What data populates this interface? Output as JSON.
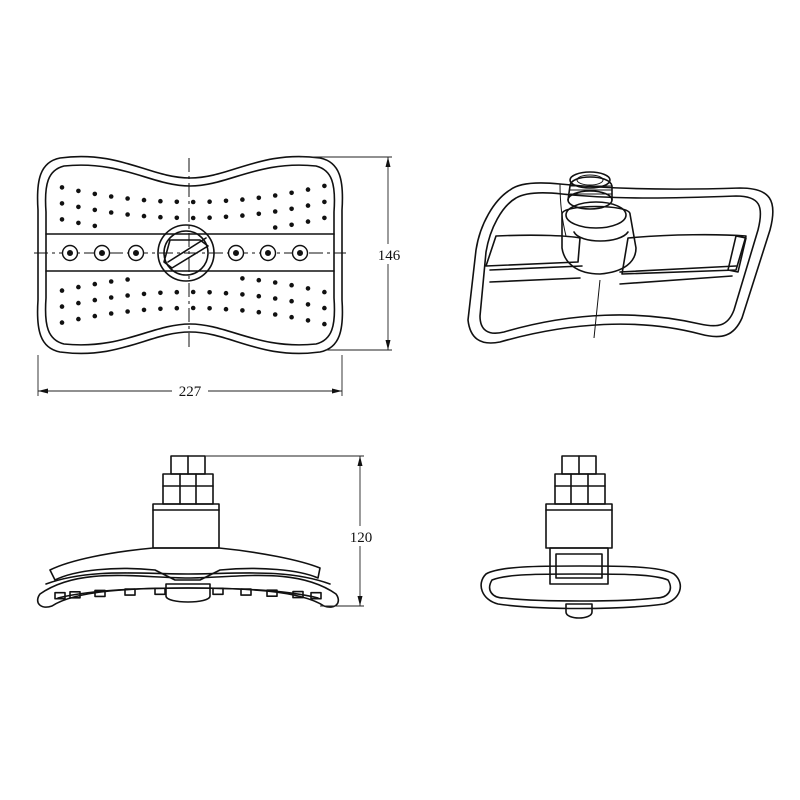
{
  "drawing": {
    "dimensions": {
      "width": "227",
      "depth": "146",
      "height": "120"
    },
    "views": [
      "top-view",
      "isometric-view",
      "front-view",
      "side-view"
    ],
    "colors": {
      "line": "#111111",
      "background": "#ffffff"
    }
  }
}
